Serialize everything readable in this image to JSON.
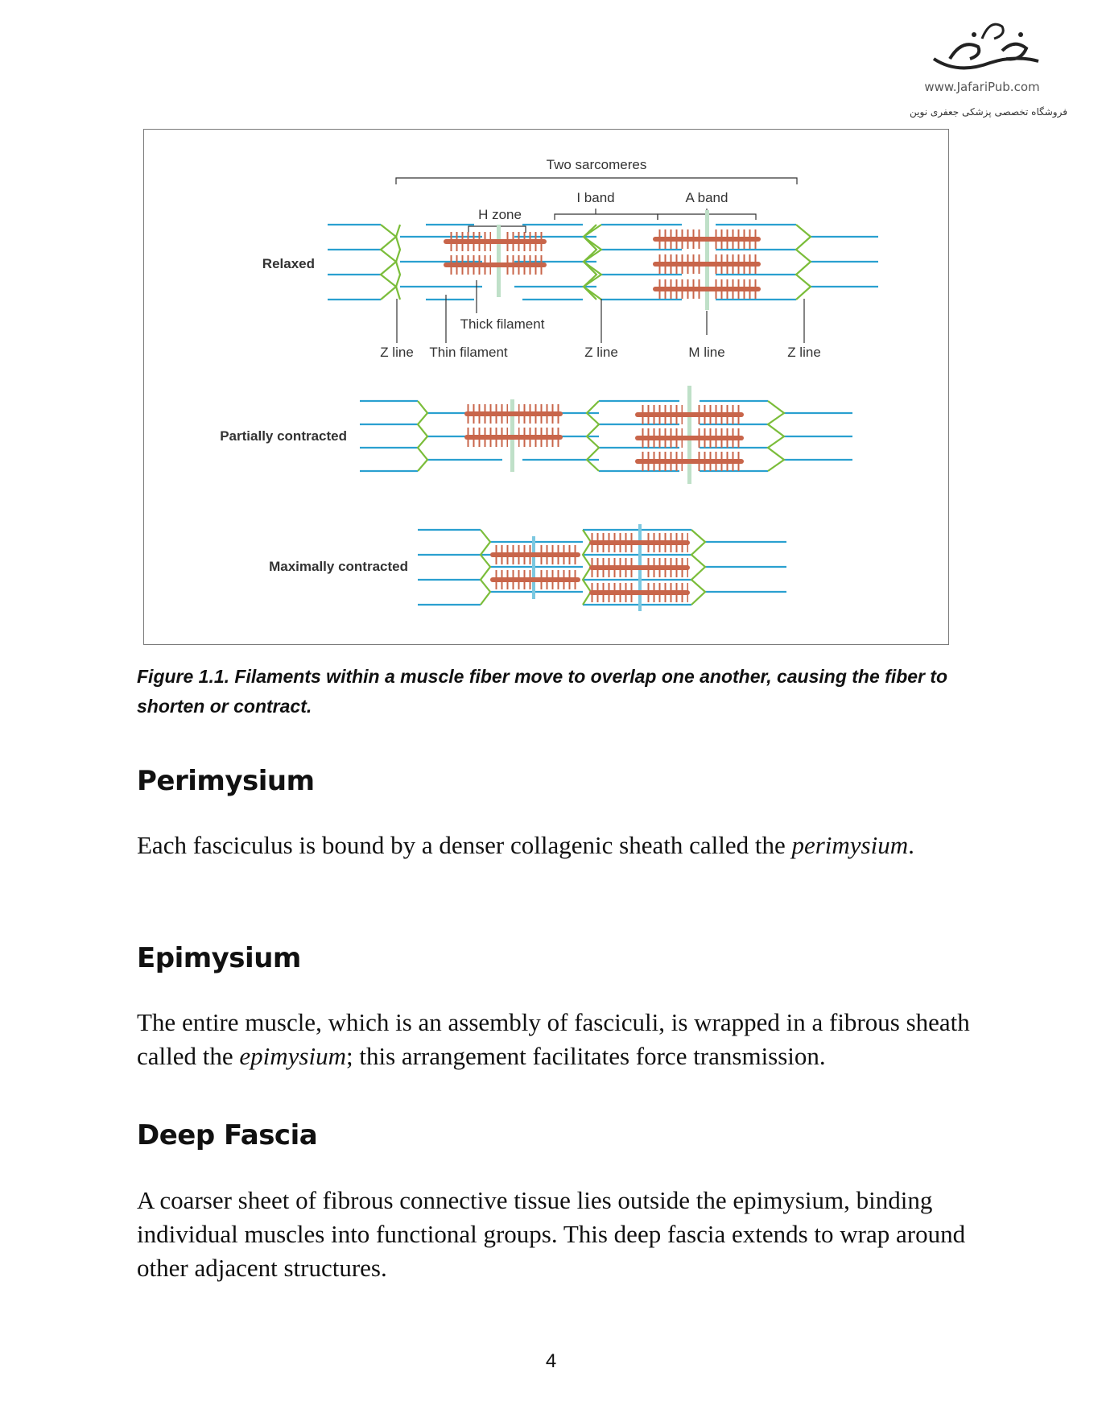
{
  "header": {
    "logo_url": "www.JafariPub.com",
    "logo_tagline": "فروشگاه تخصصی پزشکی جعفری نوین"
  },
  "figure": {
    "labels": {
      "two_sarcomeres": "Two sarcomeres",
      "i_band": "I band",
      "a_band": "A band",
      "h_zone": "H zone",
      "thick_filament": "Thick filament",
      "thin_filament": "Thin filament",
      "z_line": "Z line",
      "m_line": "M line"
    },
    "rows": {
      "relaxed": "Relaxed",
      "partially": "Partially contracted",
      "maximally": "Maximally contracted"
    },
    "colors": {
      "thin_filament": "#2aa0d0",
      "z_line": "#7bbd3a",
      "thick_filament": "#c8654a",
      "m_line": "#bfe0c8"
    }
  },
  "caption": "Figure 1.1. Filaments within a muscle fiber move to overlap one another, causing the fiber to shorten or contract.",
  "sections": {
    "perimysium": {
      "title": "Perimysium",
      "text_before": "Each fasciculus is bound by a denser collagenic sheath called the ",
      "term": "perimysium",
      "text_after": "."
    },
    "epimysium": {
      "title": "Epimysium",
      "text_before": "The entire muscle, which is an assembly of fasciculi, is wrapped in a fibrous sheath called the ",
      "term": "epimysium",
      "text_after": "; this arrangement facilitates force transmission."
    },
    "deep_fascia": {
      "title": "Deep Fascia",
      "text": "A coarser sheet of fibrous connective tissue lies outside the epimysium, binding individual muscles into functional groups. This deep fascia extends to wrap around other adjacent structures."
    }
  },
  "page_number": "4"
}
